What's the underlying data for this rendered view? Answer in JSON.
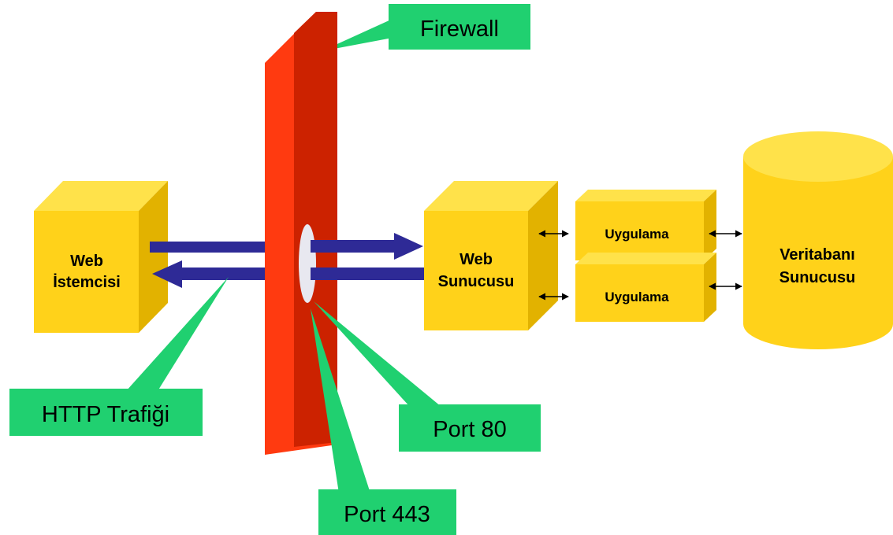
{
  "colors": {
    "box_front": "#ffd21a",
    "box_top": "#ffe24a",
    "box_side": "#e2b200",
    "firewall_front": "#cc2200",
    "firewall_side": "#ff3a10",
    "callout": "#20d070",
    "arrow": "#2e2a96",
    "port_hole": "#e8e8f0"
  },
  "firewall": {
    "label": "Firewall"
  },
  "client": {
    "line1": "Web",
    "line2": "İstemcisi"
  },
  "web_server": {
    "line1": "Web",
    "line2": "Sunucusu"
  },
  "apps": [
    {
      "label": "Uygulama"
    },
    {
      "label": "Uygulama"
    }
  ],
  "database": {
    "line1": "Veritabanı",
    "line2": "Sunucusu"
  },
  "callouts": {
    "http": "HTTP Trafiği",
    "port80": "Port 80",
    "port443": "Port 443"
  }
}
